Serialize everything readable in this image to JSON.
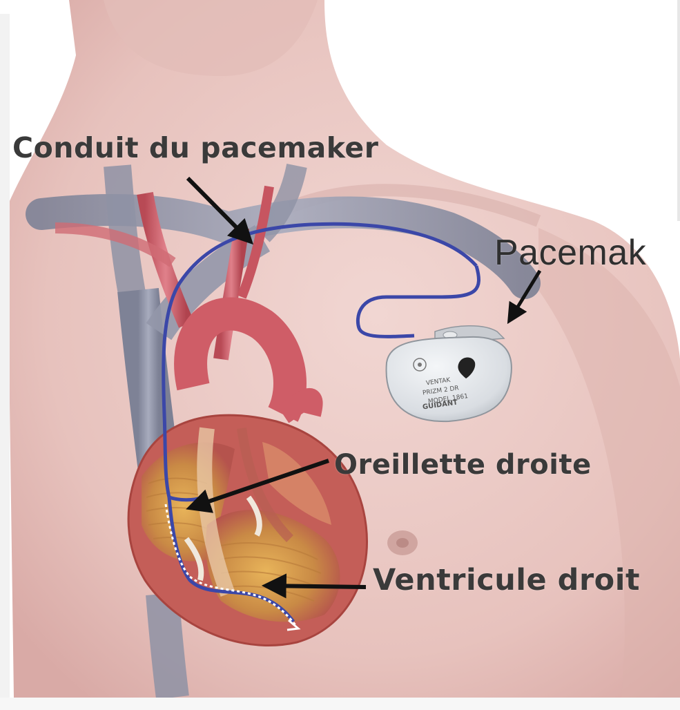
{
  "labels": {
    "conduit": "Conduit du pacemaker",
    "pacemaker": "Pacemak",
    "oreillette": "Oreillette droite",
    "ventricule": "Ventricule droit"
  },
  "device": {
    "line1": "VENTAK",
    "line2": "PRIZM 2 DR",
    "line3": "MODEL 1861",
    "line4": "GUIDANT"
  },
  "colors": {
    "skin": "#e9c9c4",
    "vein": "#8f93a6",
    "artery": "#d4626b",
    "lead": "#3b47a8",
    "heart": "#c9706a",
    "heart_inner": "#d9a04a",
    "label_text": "#3a3a3a"
  }
}
